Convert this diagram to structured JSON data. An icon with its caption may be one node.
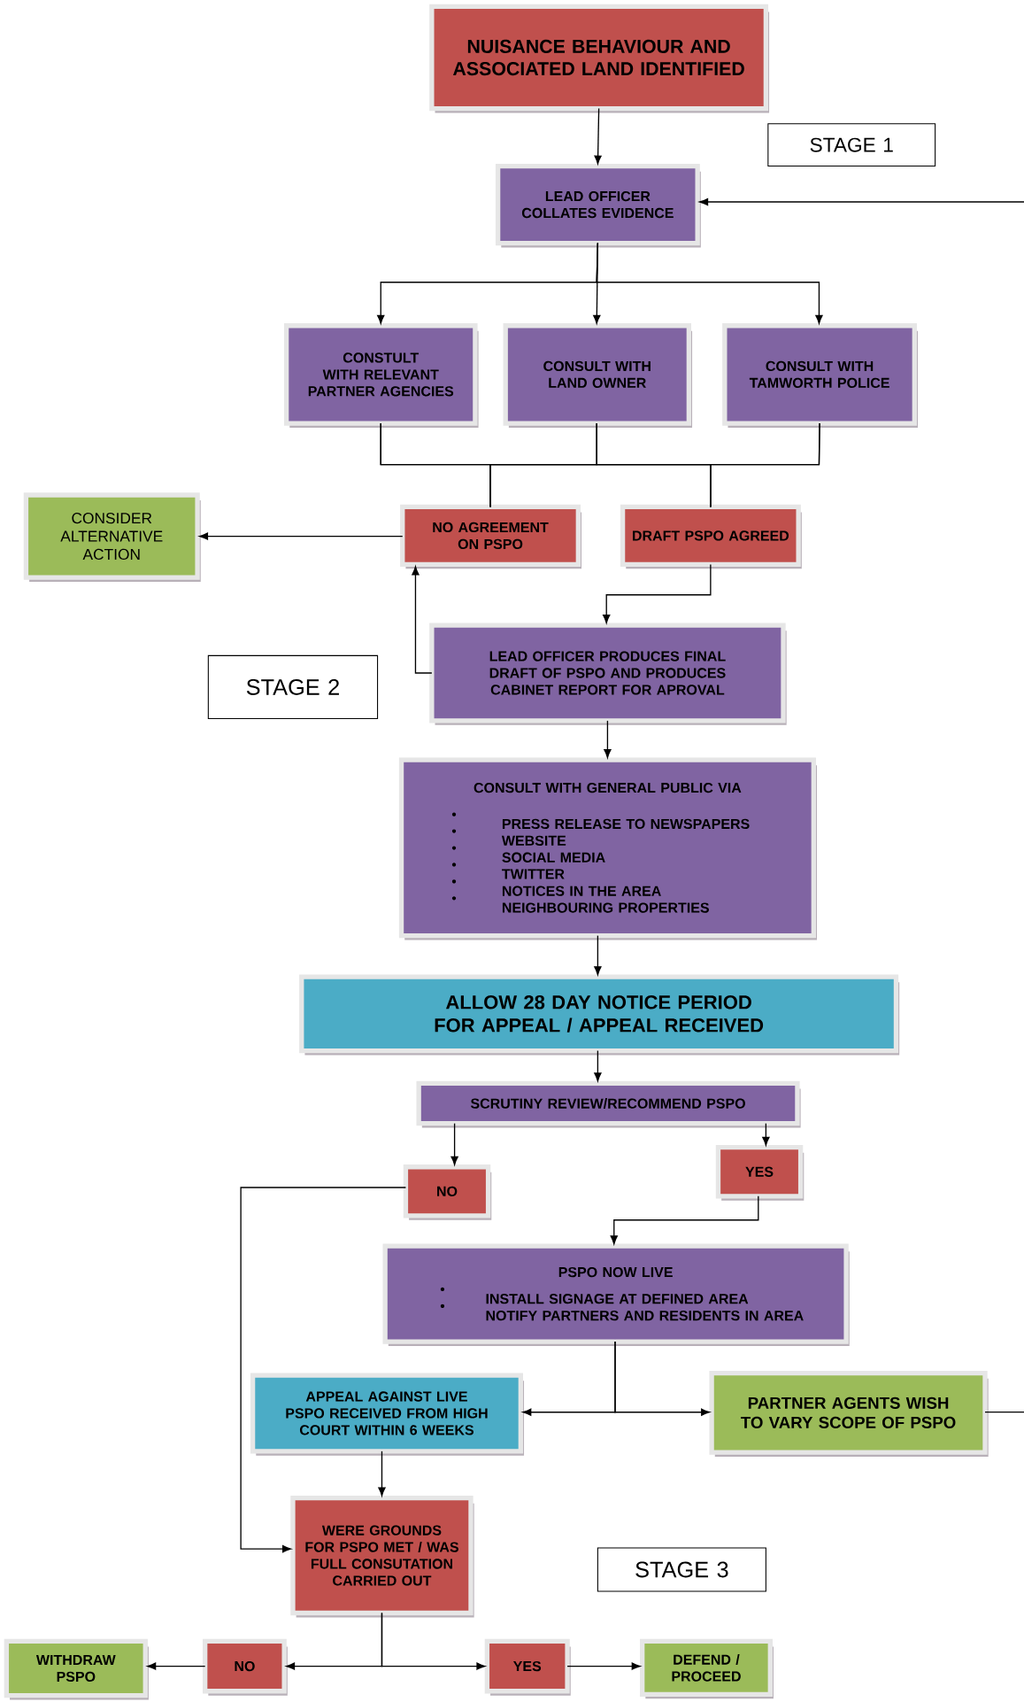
{
  "diagram": {
    "nodes": [
      {
        "text": [
          "NUISANCE BEHAVIOUR AND ASSOCIATED LAND IDENTIFIED"
        ]
      },
      {
        "text": [
          "STAGE 1"
        ]
      },
      {
        "text": [
          "LEAD OFFICER COLLATES EVIDENCE"
        ]
      },
      {
        "text": [
          "CONSTULT WITH RELEVANT PARTNER AGENCIES"
        ]
      },
      {
        "text": [
          "CONSULT WITH LAND OWNER"
        ]
      },
      {
        "text": [
          "CONSULT WITH TAMWORTH POLICE"
        ]
      },
      {
        "text": [
          "CONSIDER ALTERNATIVE ACTION"
        ]
      },
      {
        "text": [
          "NO AGREEMENT ON PSPO"
        ]
      },
      {
        "text": [
          "DRAFT PSPO AGREED"
        ]
      },
      {
        "text": [
          "STAGE 2"
        ]
      },
      {
        "text": [
          "LEAD OFFICER PRODUCES FINAL DRAFT OF PSPO AND PRODUCES CABINET REPORT FOR APROVAL"
        ]
      },
      {
        "text": [
          "CONSULT WITH GENERAL PUBLIC VIA",
          "PRESS RELEASE TO NEWSPAPERS",
          "WEBSITE",
          "SOCIAL MEDIA",
          "TWITTER",
          "NOTICES IN THE AREA",
          "NEIGHBOURING PROPERTIES"
        ]
      },
      {
        "text": [
          "ALLOW 28 DAY NOTICE PERIOD FOR APPEAL / APPEAL RECEIVED"
        ]
      },
      {
        "text": [
          "SCRUTINY REVIEW/RECOMMEND PSPO"
        ]
      },
      {
        "text": [
          "NO"
        ]
      },
      {
        "text": [
          "YES"
        ]
      },
      {
        "text": [
          "PSPO NOW LIVE",
          "INSTALL SIGNAGE AT DEFINED AREA",
          "NOTIFY PARTNERS AND RESIDENTS IN AREA"
        ]
      },
      {
        "text": [
          "APPEAL AGAINST LIVE PSPO RECEIVED FROM HIGH COURT WITHIN 6 WEEKS"
        ]
      },
      {
        "text": [
          "PARTNER AGENTS WISH TO VARY SCOPE OF PSPO"
        ]
      },
      {
        "text": [
          "WERE GROUNDS FOR PSPO MET / WAS FULL CONSUTATION CARRIED OUT"
        ]
      },
      {
        "text": [
          "STAGE 3"
        ]
      },
      {
        "text": [
          "WITHDRAW PSPO"
        ]
      },
      {
        "text": [
          "NO"
        ]
      },
      {
        "text": [
          "YES"
        ]
      },
      {
        "text": [
          "DEFEND / PROCEED"
        ]
      }
    ],
    "edges": [
      {
        "from": 0,
        "to": 2,
        "arrow": "to"
      },
      {
        "from": 2,
        "to": 3,
        "arrow": "to"
      },
      {
        "from": 2,
        "to": 4,
        "arrow": "to"
      },
      {
        "from": 2,
        "to": 5,
        "arrow": "to"
      },
      {
        "from": 3,
        "to": 7,
        "arrow": "none"
      },
      {
        "from": 3,
        "to": 8,
        "arrow": "none"
      },
      {
        "from": 4,
        "to": 7,
        "arrow": "none"
      },
      {
        "from": 4,
        "to": 8,
        "arrow": "none"
      },
      {
        "from": 5,
        "to": 7,
        "arrow": "none"
      },
      {
        "from": 5,
        "to": 8,
        "arrow": "none"
      },
      {
        "from": 7,
        "to": 6,
        "arrow": "to"
      },
      {
        "from": 8,
        "to": 10,
        "arrow": "to"
      },
      {
        "from": 10,
        "to": 7,
        "arrow": "to"
      },
      {
        "from": 10,
        "to": 11,
        "arrow": "to"
      },
      {
        "from": 11,
        "to": 12,
        "arrow": "to"
      },
      {
        "from": 12,
        "to": 13,
        "arrow": "to"
      },
      {
        "from": 13,
        "to": 14,
        "arrow": "to"
      },
      {
        "from": 13,
        "to": 15,
        "arrow": "to"
      },
      {
        "from": 15,
        "to": 16,
        "arrow": "to"
      },
      {
        "from": 14,
        "to": 19,
        "arrow": "to"
      },
      {
        "from": 16,
        "to": 17,
        "arrow": "to"
      },
      {
        "from": 16,
        "to": 18,
        "arrow": "to"
      },
      {
        "from": 17,
        "to": 19,
        "arrow": "to"
      },
      {
        "from": 18,
        "to": null,
        "arrow": "none"
      },
      {
        "from": null,
        "to": 2,
        "arrow": "to"
      },
      {
        "from": 19,
        "to": 22,
        "arrow": "to"
      },
      {
        "from": 19,
        "to": 23,
        "arrow": "to"
      },
      {
        "from": 22,
        "to": 21,
        "arrow": "to"
      },
      {
        "from": 23,
        "to": 24,
        "arrow": "to"
      }
    ]
  }
}
